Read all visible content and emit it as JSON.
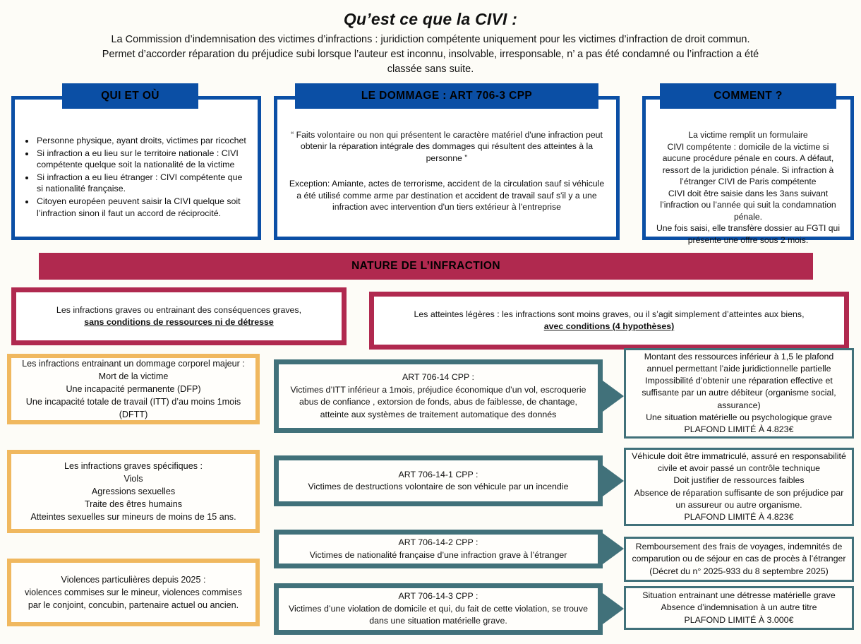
{
  "header": {
    "title": "Qu’est ce que la CIVI :",
    "subtitle_line1": "La Commission d’indemnisation des victimes d’infractions : juridiction compétente uniquement pour les victimes d’infraction de droit commun.",
    "subtitle_line2": "Permet d’accorder réparation du préjudice subi lorsque l’auteur est inconnu, insolvable, irresponsable, n’ a pas été condamné ou l’infraction a été",
    "subtitle_line3": "classée sans suite."
  },
  "colors": {
    "blue": "#0b4fa5",
    "crimson": "#b0294f",
    "yellow": "#f0b85f",
    "teal": "#41717a",
    "background": "#fdfcf7"
  },
  "top_boxes": {
    "qui_et_ou": {
      "title": "QUI ET OÙ",
      "bullets": [
        "Personne physique, ayant droits, victimes par ricochet",
        "Si infraction a eu lieu sur le territoire nationale : CIVI compétente quelque soit la nationalité de la victime",
        "Si infraction a eu lieu étranger : CIVI compétente que si nationalité française.",
        "Citoyen européen peuvent saisir la CIVI quelque soit l’infraction sinon il faut un accord de réciprocité."
      ]
    },
    "le_dommage": {
      "title": "LE DOMMAGE : ART 706-3 CPP",
      "paragraph1": "“ Faits volontaire ou non qui présentent le caractère matériel d'une infraction peut obtenir la réparation intégrale des dommages qui résultent des atteintes à la personne ”",
      "paragraph2": "Exception:  Amiante, actes de terrorisme, accident de la circulation sauf si véhicule a été utilisé comme arme par destination et accident de travail sauf s'il y a une infraction avec intervention d'un tiers extérieur à l'entreprise"
    },
    "comment": {
      "title": "COMMENT ?",
      "paragraph": "La victime remplit un formulaire\nCIVI compétente : domicile de la victime si aucune procédure pénale en cours. A défaut,  ressort de la juridiction pénale. Si infraction à l’étranger CIVI de Paris compétente\nCIVI doit être saisie dans les 3ans suivant l’infraction ou l’année qui suit la condamnation pénale.\nUne fois saisi, elle  transfère dossier au FGTI qui présente une offre sous 2 mois."
    }
  },
  "nature_banner": {
    "label": "NATURE DE L’INFRACTION"
  },
  "category_boxes": {
    "graves": {
      "line1": "Les infractions graves ou entrainant des conséquences graves,",
      "line2_underlined": "sans conditions de ressources ni de détresse"
    },
    "legeres": {
      "line1": "Les atteintes légères :  les infractions sont moins graves, ou il s’agit simplement d’atteintes aux biens,",
      "line2_underlined": "avec conditions (4 hypothèses)"
    }
  },
  "yellow_boxes": [
    {
      "id": "dommage-corporel-majeur",
      "text": "Les infractions entrainant un dommage corporel majeur :\nMort de la victime\nUne incapacité permanente (DFP)\nUne incapacité totale de travail (ITT) d’au moins 1mois (DFTT)"
    },
    {
      "id": "infractions-graves-specifiques",
      "text": "Les infractions graves spécifiques :\nViols\nAgressions sexuelles\nTraite des êtres humains\nAtteintes sexuelles sur mineurs de moins de 15 ans."
    },
    {
      "id": "violences-particulieres",
      "text": "Violences particulières depuis 2025 :\nviolences commises sur le mineur, violences commises par le conjoint, concubin, partenaire actuel ou ancien."
    }
  ],
  "teal_arrow_boxes": [
    {
      "id": "art-706-14",
      "text": "ART 706-14 CPP :\nVictimes d’ITT inférieur a 1mois, préjudice économique d’un vol, escroquerie abus de confiance , extorsion de fonds, abus de faiblesse, de chantage, atteinte aux systèmes de traitement automatique des donnés"
    },
    {
      "id": "art-706-14-1",
      "text": "ART 706-14-1 CPP :\nVictimes de destructions volontaire de son véhicule par un incendie"
    },
    {
      "id": "art-706-14-2",
      "text": "ART 706-14-2 CPP :\nVictimes de nationalité française d’une infraction grave à l’étranger"
    },
    {
      "id": "art-706-14-3",
      "text": "ART 706-14-3 CPP :\nVictimes d’une violation de domicile  et qui, du fait de cette violation, se trouve dans une situation matérielle grave."
    }
  ],
  "teal_outline_boxes": [
    {
      "id": "conditions-706-14",
      "text": "Montant des ressources inférieur à 1,5 le plafond annuel permettant l’aide juridictionnelle partielle\nImpossibilité d’obtenir une réparation effective et suffisante par un autre débiteur (organisme social, assurance)\nUne situation matérielle ou psychologique grave\nPLAFOND LIMITÉ À 4.823€"
    },
    {
      "id": "conditions-706-14-1",
      "text": "Véhicule doit être immatriculé, assuré en responsabilité civile et avoir passé un contrôle technique\nDoit justifier de ressources faibles\nAbsence de réparation suffisante de son préjudice par un assureur ou autre organisme.\nPLAFOND LIMITÉ À 4.823€"
    },
    {
      "id": "conditions-706-14-2",
      "text": "Remboursement des frais de voyages, indemnités de comparution ou de séjour en cas de procès à l’étranger\n(Décret du n° 2025-933 du 8 septembre 2025)"
    },
    {
      "id": "conditions-706-14-3",
      "text": "Situation entrainant une détresse matérielle grave\nAbsence d’indemnisation à un autre titre\nPLAFOND LIMITÉ À 3.000€"
    }
  ]
}
